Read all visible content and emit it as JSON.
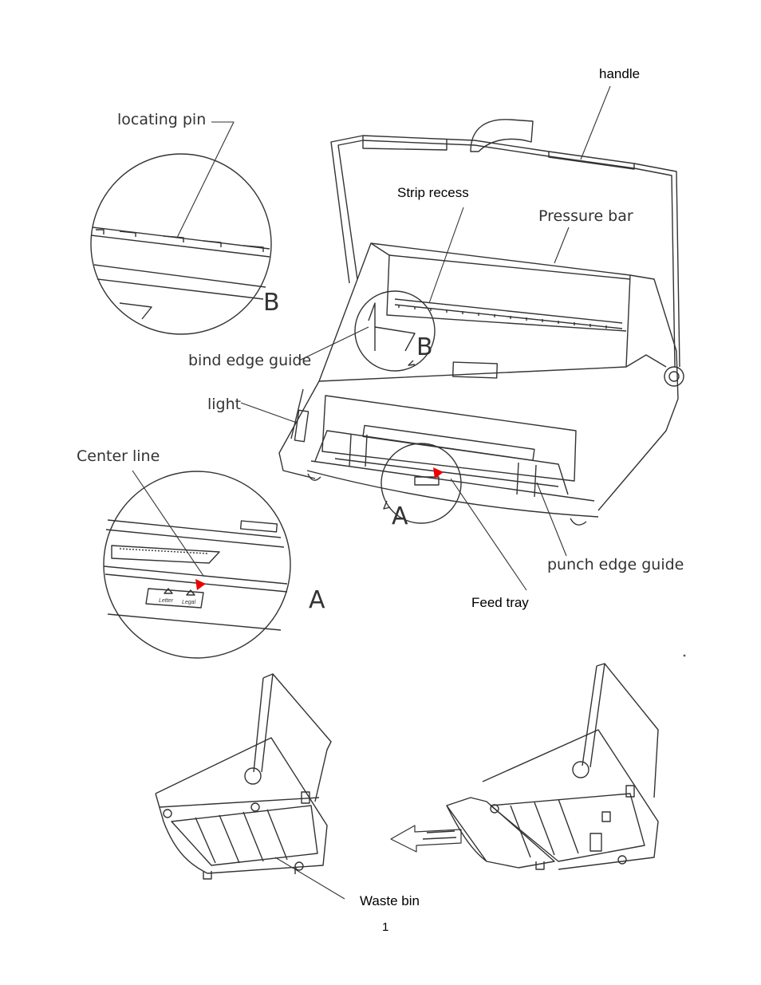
{
  "labels": {
    "handle": "handle",
    "strip_recess": "Strip recess",
    "pressure_bar": "Pressure bar",
    "locating_pin": "locating pin",
    "bind_edge_guide": "bind edge guide",
    "light": "light",
    "center_line": "Center line",
    "punch_edge_guide": "punch edge guide",
    "feed_tray": "Feed tray",
    "waste_bin": "Waste bin"
  },
  "detail_markers": {
    "a": "A",
    "b": "B"
  },
  "size_labels": {
    "letter": "Letter",
    "legal": "Legal"
  },
  "page_number": "1",
  "colors": {
    "line": "#333333",
    "marker": "#ee0000"
  }
}
